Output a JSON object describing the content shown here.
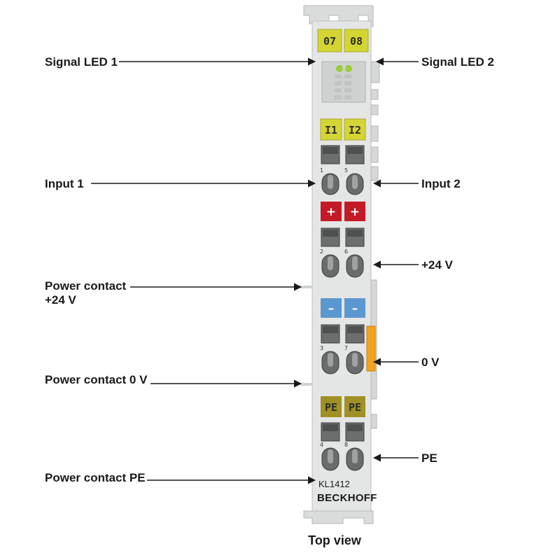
{
  "callouts": {
    "signal_led_1": "Signal LED 1",
    "signal_led_2": "Signal LED 2",
    "input_1": "Input 1",
    "input_2": "Input 2",
    "plus_24v": "+24 V",
    "power_contact_24v_line1": "Power contact",
    "power_contact_24v_line2": "+24 V",
    "zero_v": "0 V",
    "power_contact_0v": "Power contact 0 V",
    "pe": "PE",
    "power_contact_pe": "Power contact PE"
  },
  "terminal": {
    "led_labels": [
      "07",
      "08"
    ],
    "input_labels": [
      "I1",
      "I2"
    ],
    "plus_labels": [
      "+",
      "+"
    ],
    "minus_labels": [
      "–",
      "–"
    ],
    "pe_labels": [
      "PE",
      "PE"
    ],
    "contact_numbers": [
      "1",
      "5",
      "2",
      "6",
      "3",
      "7",
      "4",
      "8"
    ],
    "model": "KL1412",
    "brand": "BECKHOFF"
  },
  "caption": "Top view",
  "colors": {
    "housing": "#e4e5e5",
    "label_yellow": "#d4d535",
    "label_red": "#c41a26",
    "label_blue": "#5b98cf",
    "label_olive": "#a09126",
    "power_contact_orange": "#f2a21d",
    "led_green": "#9bcc3a"
  }
}
